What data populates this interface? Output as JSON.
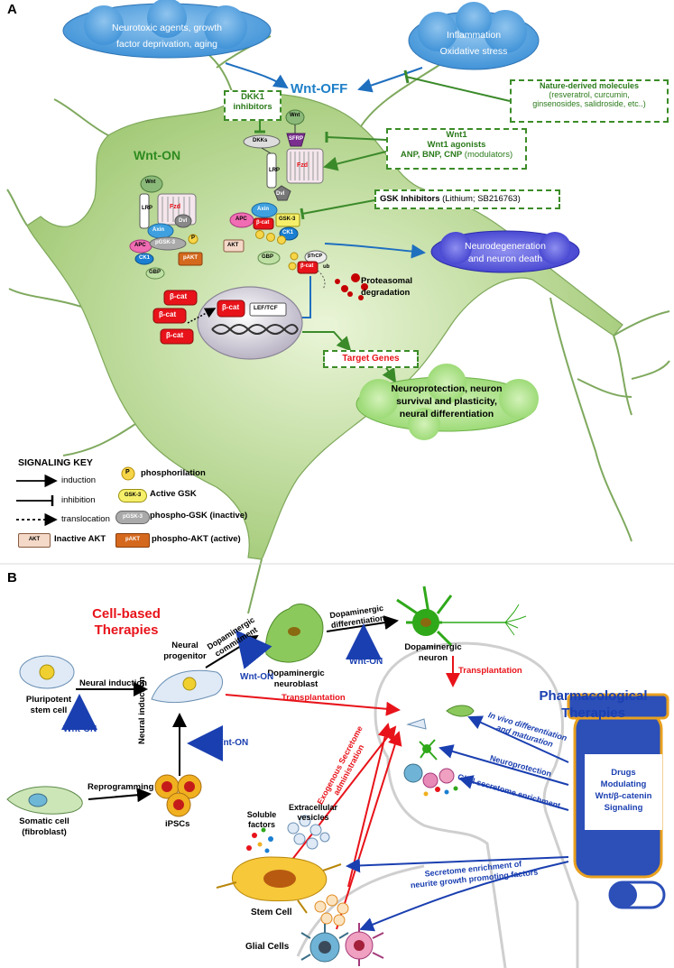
{
  "panel_a": {
    "label": "A",
    "cloud_top_left": [
      "Neurotoxic agents, growth",
      "factor deprivation, aging"
    ],
    "cloud_top_right": [
      "Inflammation",
      "Oxidative stress"
    ],
    "wnt_off": "Wnt-OFF",
    "wnt_on": "Wnt-ON",
    "nature_box": [
      "Nature-derived molecules",
      "(resveratrol, curcumin,",
      "ginsenosides, salidroside, etc..)"
    ],
    "dkk1_box": [
      "DKK1",
      "inhibitors"
    ],
    "wnt1_box": [
      "Wnt1",
      "Wnt1 agonists",
      "ANP, BNP, CNP",
      "(modulators)"
    ],
    "gsk_box": [
      "GSK Inhibitors",
      "(Lithium; SB216763)"
    ],
    "neurodegen": [
      "Neurodegeneration",
      "and neuron death"
    ],
    "proteasome": [
      "Proteasomal",
      "degradation"
    ],
    "target_genes": "Target Genes",
    "outcome_cloud": [
      "Neuroprotection, neuron",
      "survival and plasticity,",
      "neural differentiation"
    ],
    "proteins": {
      "wnt": "Wnt",
      "sfrp": "SFRP",
      "dkks": "DKKs",
      "lrp": "LRP",
      "fzd": "Fzd",
      "dvl": "Dvl",
      "axin": "Axin",
      "apc": "APC",
      "gsk3": "GSK-3",
      "ck1": "CK1",
      "pgsk3": "pGSK-3",
      "gbp": "GBP",
      "akt": "AKT",
      "pakt": "pAKT",
      "bcat": "β-cat",
      "btrcp": "βTrCP",
      "ub": "ub",
      "p": "P",
      "lef": "LEF/TCF"
    },
    "key": {
      "title": "SIGNALING KEY",
      "induction": "induction",
      "inhibition": "inhibition",
      "translocation": "translocation",
      "phos": "phosphorilation",
      "gsk_active": "Active GSK",
      "pgsk_inactive": "phospho-GSK (inactive)",
      "akt_inactive": "Inactive AKT",
      "pakt_active": "phospho-AKT (active)",
      "p_chip": "P",
      "gsk_chip": "GSK-3",
      "pgsk_chip": "pGSK-3",
      "akt_chip": "AKT",
      "pakt_chip": "pAKT"
    }
  },
  "panel_b": {
    "label": "B",
    "cell_therapies": [
      "Cell-based",
      "Therapies"
    ],
    "pharma_therapies": [
      "Pharmacological",
      "Therapies"
    ],
    "neural_progenitor": [
      "Neural",
      "progenitor"
    ],
    "pluripotent": [
      "Pluripotent",
      "stem cell"
    ],
    "somatic": [
      "Somatic cell",
      "(fibroblast)"
    ],
    "ipscs": "iPSCs",
    "neuroblast": [
      "Dopaminergic",
      "neuroblast"
    ],
    "da_neuron": [
      "Dopaminergic",
      "neuron"
    ],
    "neural_induction": "Neural induction",
    "neural_induction_v": "Neural induction",
    "reprogramming": "Reprogramming",
    "da_commitment": [
      "Dopaminergic",
      "commitment"
    ],
    "da_differentiation": [
      "Dopaminergic",
      "differentiation"
    ],
    "wnt_on": "Wnt-ON",
    "transplantation": "Transplantation",
    "exo_secretome": [
      "Exogenous Secretome",
      "administration"
    ],
    "soluble": [
      "Soluble",
      "factors"
    ],
    "vesicles": [
      "Extracellular",
      "vesicles"
    ],
    "stem_cell": "Stem Cell",
    "glial_cells": "Glial Cells",
    "in_vivo": [
      "In vivo differentiation",
      "and maturation"
    ],
    "neuroprotection": "Neuroprotection",
    "glial_secretome": "Glial secretome enrichment",
    "secretome_neurite": [
      "Secretome enrichment of",
      "neurite growth promoting factors"
    ],
    "drugs": [
      "Drugs",
      "Modulating",
      "Wnt/β-catenin",
      "Signaling"
    ]
  }
}
